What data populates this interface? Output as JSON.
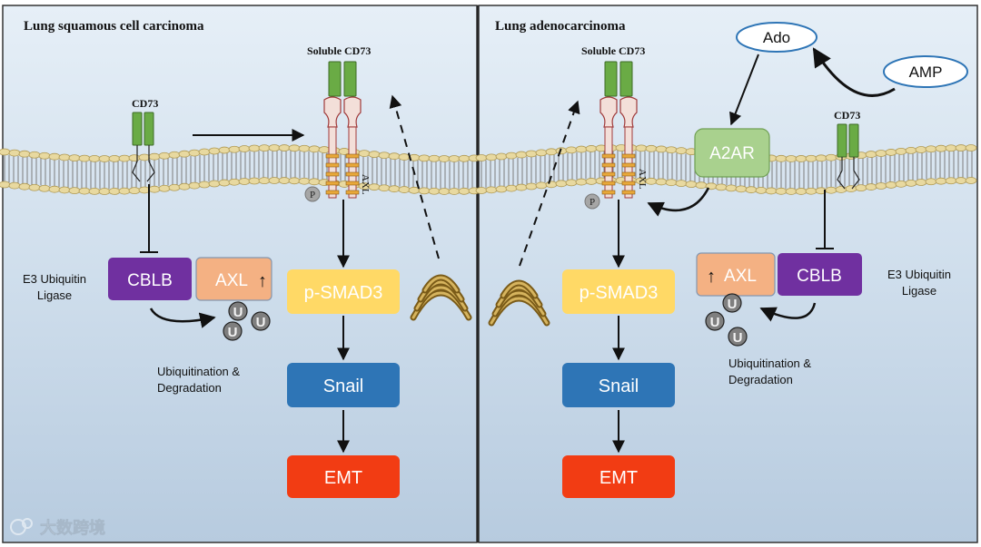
{
  "panels": {
    "left_title": "Lung squamous cell carcinoma",
    "right_title": "Lung adenocarcinoma"
  },
  "left": {
    "soluble_cd73": "Soluble CD73",
    "cd73": "CD73",
    "axl_receptor_label": "AXL",
    "p_label": "P",
    "cblb": "CBLB",
    "axl": "AXL",
    "arrow_up": "↑",
    "e3_line1": "E3 Ubiquitin",
    "e3_line2": "Ligase",
    "ubq_line1": "Ubiquitination &",
    "ubq_line2": "Degradation",
    "ub": "U",
    "psmad3": "p-SMAD3",
    "snail": "Snail",
    "emt": "EMT"
  },
  "right": {
    "soluble_cd73": "Soluble CD73",
    "cd73": "CD73",
    "axl_receptor_label": "AXL",
    "p_label": "P",
    "cblb": "CBLB",
    "axl": "AXL",
    "arrow_up": "↑",
    "e3_line1": "E3 Ubiquitin",
    "e3_line2": "Ligase",
    "ubq_line1": "Ubiquitination &",
    "ubq_line2": "Degradation",
    "ub": "U",
    "psmad3": "p-SMAD3",
    "snail": "Snail",
    "emt": "EMT",
    "ado": "Ado",
    "amp": "AMP",
    "a2ar": "A2AR"
  },
  "watermark": "大数跨境",
  "colors": {
    "background_top": "#e3edf6",
    "background_bottom": "#b9cde1",
    "cd73": "#6aab45",
    "cblb": "#7030a0",
    "axl": "#f4b183",
    "psmad3": "#ffd966",
    "snail": "#2e75b6",
    "emt": "#f23c13",
    "a2ar": "#a9d18e",
    "membrane_head": "#e8d9a0",
    "ubiquitin": "#7f7f7f",
    "golgi": "#b08e3a"
  }
}
